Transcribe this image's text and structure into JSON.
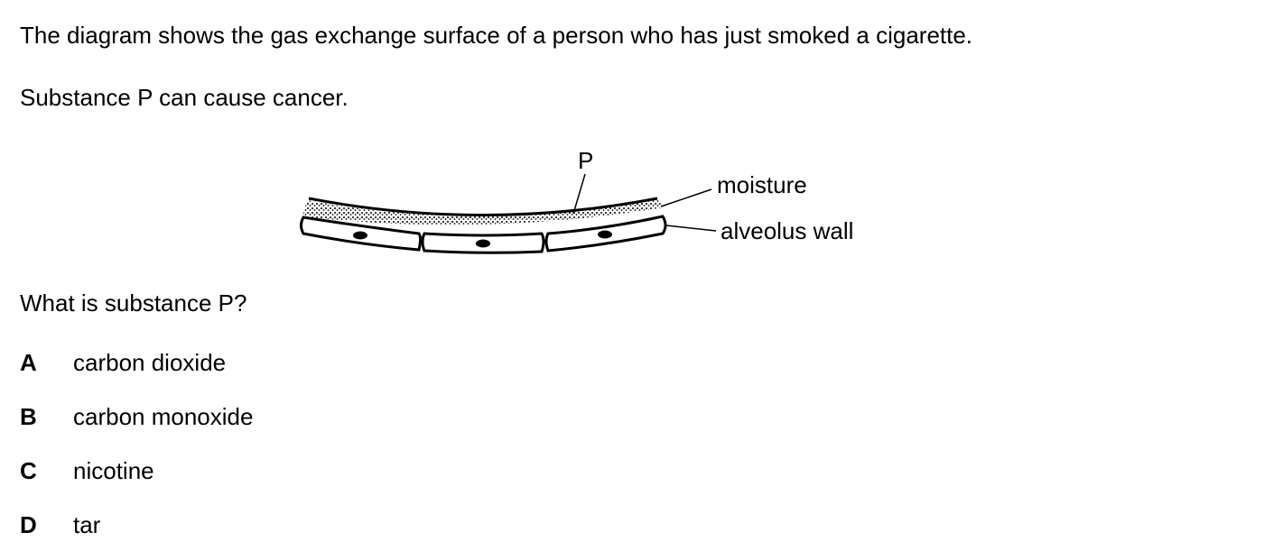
{
  "question": {
    "intro": "The diagram shows the gas exchange surface of a person who has just smoked a cigarette.",
    "statement": "Substance P can cause cancer.",
    "prompt": "What is substance P?"
  },
  "diagram": {
    "labels": {
      "p": "P",
      "moisture": "moisture",
      "alveolus_wall": "alveolus wall"
    }
  },
  "options": [
    {
      "letter": "A",
      "text": "carbon dioxide"
    },
    {
      "letter": "B",
      "text": "carbon monoxide"
    },
    {
      "letter": "C",
      "text": "nicotine"
    },
    {
      "letter": "D",
      "text": "tar"
    }
  ]
}
